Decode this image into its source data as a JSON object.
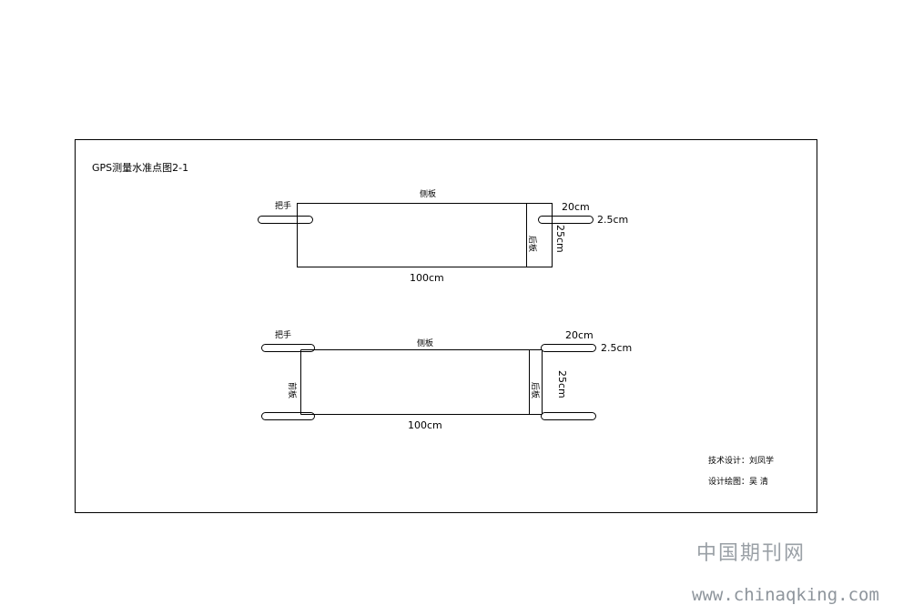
{
  "title": "GPS测量水准点图2-1",
  "diagram1": {
    "handle_label": "把手",
    "side_panel_label": "侧板",
    "end_panel_label": "后板",
    "length_label": "100cm",
    "width_label": "25cm",
    "handle_length_label": "20cm",
    "handle_diameter_label": "2.5cm"
  },
  "diagram2": {
    "handle_label": "把手",
    "side_panel_label": "侧板",
    "front_panel_label": "前板",
    "end_panel_label": "后板",
    "length_label": "100cm",
    "width_label": "25cm",
    "handle_length_label": "20cm",
    "handle_diameter_label": "2.5cm"
  },
  "credits": {
    "tech_design": "技术设计：刘凤学",
    "drafting": "设计绘图：吴 清"
  },
  "watermark": {
    "name": "中国期刊网",
    "url": "www.chinaqking.com"
  }
}
